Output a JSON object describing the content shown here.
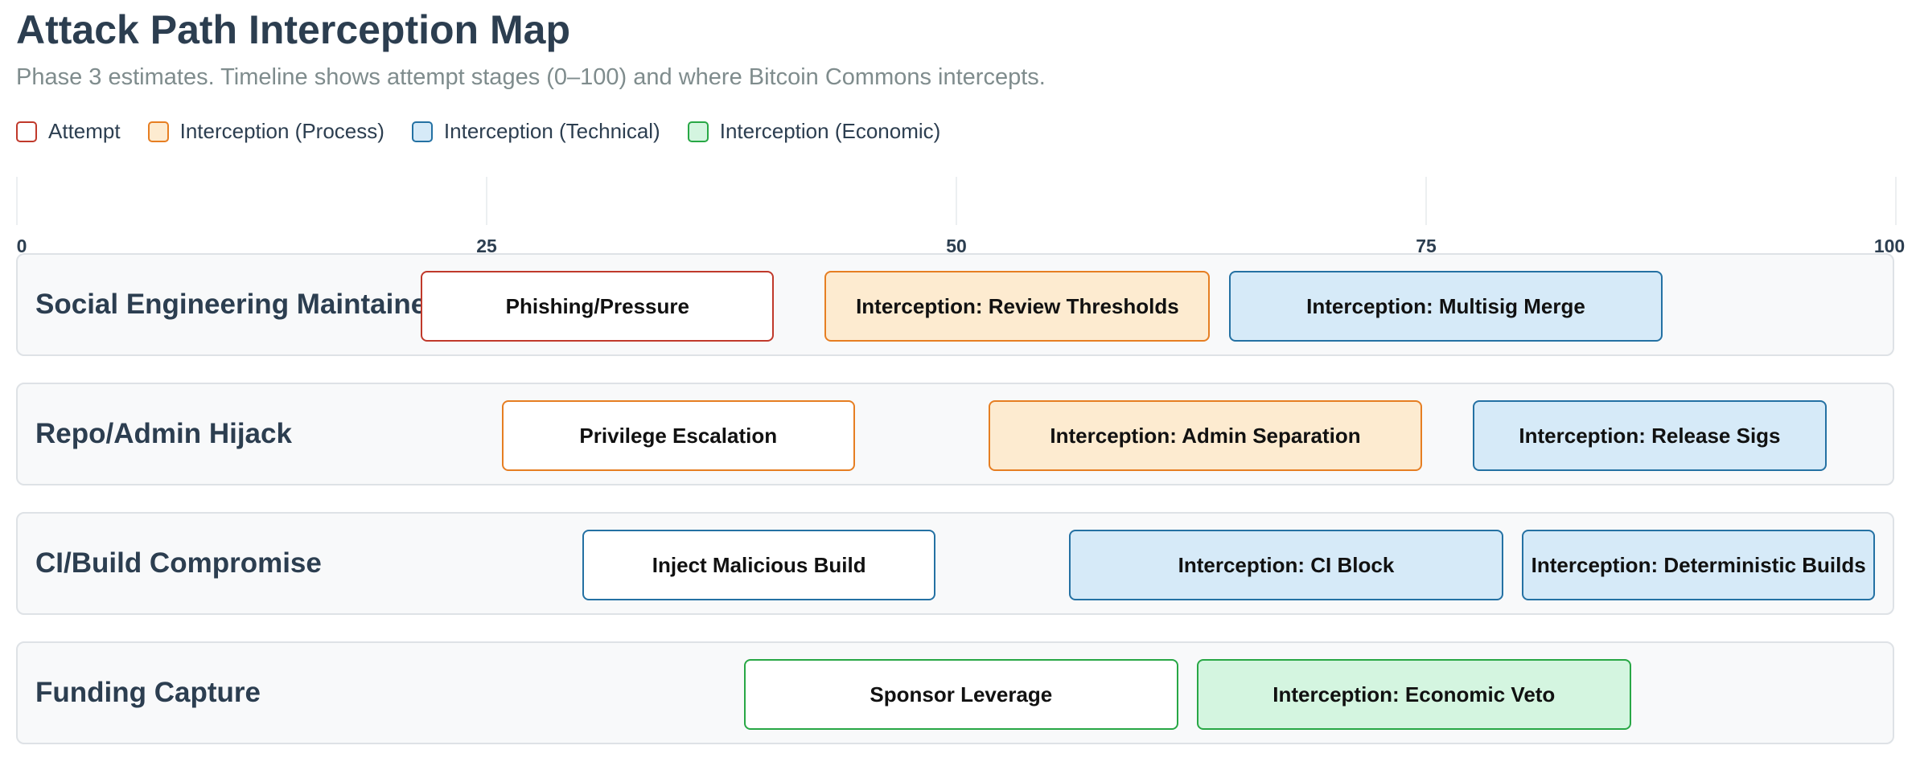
{
  "title": "Attack Path Interception Map",
  "subtitle": "Phase 3 estimates. Timeline shows attempt stages (0–100) and where Bitcoin Commons intercepts.",
  "legend": [
    {
      "label": "Attempt",
      "kind": "attempt"
    },
    {
      "label": "Interception (Process)",
      "kind": "process"
    },
    {
      "label": "Interception (Technical)",
      "kind": "technical"
    },
    {
      "label": "Interception (Economic)",
      "kind": "economic"
    }
  ],
  "colors": {
    "attempt": {
      "border": "#c0392b",
      "fill": "#ffffff"
    },
    "process": {
      "border": "#e67e22",
      "fill": "#fdebd0"
    },
    "technical": {
      "border": "#2471a3",
      "fill": "#d6eaf8"
    },
    "economic": {
      "border": "#28a745",
      "fill": "#d4f5e0"
    }
  },
  "chart_data": {
    "type": "timeline",
    "xlim": [
      0,
      100
    ],
    "ticks": [
      "0",
      "25",
      "50",
      "75",
      "100"
    ],
    "grid": true,
    "legend_position": "top-left",
    "rows": [
      {
        "label": "Social Engineering Maintainer",
        "segments": [
          {
            "label": "Phishing/Pressure",
            "start": 21.5,
            "end": 40.3,
            "kind": "attempt"
          },
          {
            "label": "Interception: Review Thresholds",
            "start": 43,
            "end": 63.5,
            "kind": "process"
          },
          {
            "label": "Interception: Multisig Merge",
            "start": 64.5,
            "end": 87.6,
            "kind": "technical"
          }
        ]
      },
      {
        "label": "Repo/Admin Hijack",
        "segments": [
          {
            "label": "Privilege Escalation",
            "start": 25.8,
            "end": 44.6,
            "kind": "process"
          },
          {
            "label": "Interception: Admin Separation",
            "start": 51.7,
            "end": 74.8,
            "kind": "process"
          },
          {
            "label": "Interception: Release Sigs",
            "start": 77.5,
            "end": 96.3,
            "kind": "technical"
          }
        ]
      },
      {
        "label": "CI/Build Compromise",
        "segments": [
          {
            "label": "Inject Malicious Build",
            "start": 30.1,
            "end": 48.9,
            "kind": "technical"
          },
          {
            "label": "Interception: CI Block",
            "start": 56,
            "end": 79.1,
            "kind": "technical"
          },
          {
            "label": "Interception: Deterministic Builds",
            "start": 80.1,
            "end": 98.9,
            "kind": "technical"
          }
        ]
      },
      {
        "label": "Funding Capture",
        "segments": [
          {
            "label": "Sponsor Leverage",
            "start": 38.7,
            "end": 61.8,
            "kind": "economic"
          },
          {
            "label": "Interception: Economic Veto",
            "start": 62.8,
            "end": 85.9,
            "kind": "economic"
          }
        ]
      }
    ]
  }
}
